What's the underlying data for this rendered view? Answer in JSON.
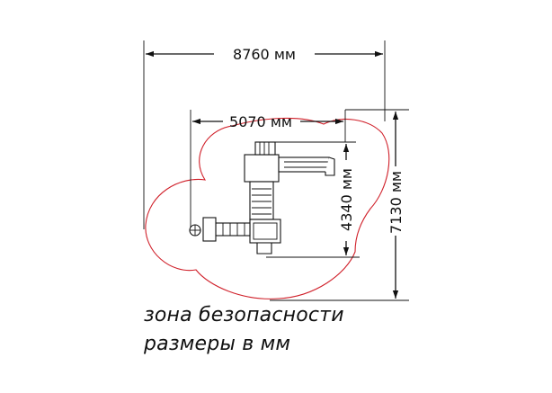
{
  "dimensions": {
    "overall_width": "8760 мм",
    "equipment_width": "5070 мм",
    "equipment_depth": "4340 мм",
    "overall_depth": "7130 мм"
  },
  "legend": {
    "safety_zone": "зона безопасности",
    "units": "размеры в мм"
  },
  "colors": {
    "safety_zone": "#d0202a",
    "lines": "#111111"
  }
}
